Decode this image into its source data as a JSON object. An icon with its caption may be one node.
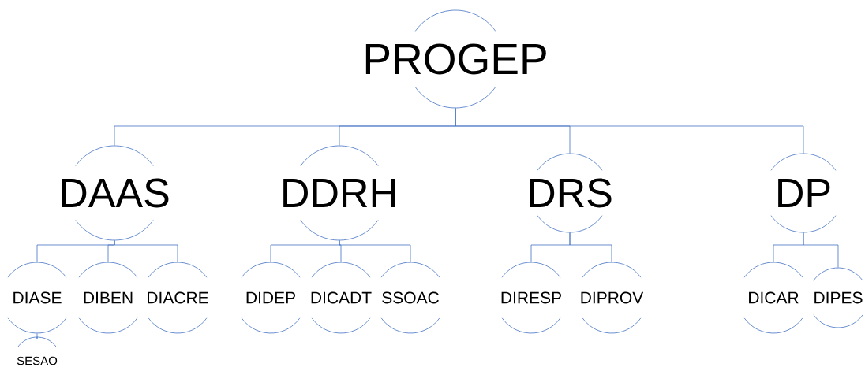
{
  "diagram": {
    "nodes": [
      {
        "text": [
          "PROGEP"
        ]
      },
      {
        "text": [
          "DAAS"
        ]
      },
      {
        "text": [
          "DDRH"
        ]
      },
      {
        "text": [
          "DRS"
        ]
      },
      {
        "text": [
          "DP"
        ]
      },
      {
        "text": [
          "DIASE"
        ]
      },
      {
        "text": [
          "DIBEN"
        ]
      },
      {
        "text": [
          "DIACRE"
        ]
      },
      {
        "text": [
          "DIDEP"
        ]
      },
      {
        "text": [
          "DICADT"
        ]
      },
      {
        "text": [
          "SSOAC"
        ]
      },
      {
        "text": [
          "DIRESP"
        ]
      },
      {
        "text": [
          "DIPROV"
        ]
      },
      {
        "text": [
          "DICAR"
        ]
      },
      {
        "text": [
          "DIPES"
        ]
      },
      {
        "text": [
          "SESAO"
        ]
      }
    ],
    "edges": [
      {
        "from": 0,
        "to": 1,
        "arrow": "none"
      },
      {
        "from": 0,
        "to": 2,
        "arrow": "none"
      },
      {
        "from": 0,
        "to": 3,
        "arrow": "none"
      },
      {
        "from": 0,
        "to": 4,
        "arrow": "none"
      },
      {
        "from": 1,
        "to": 5,
        "arrow": "none"
      },
      {
        "from": 1,
        "to": 6,
        "arrow": "none"
      },
      {
        "from": 1,
        "to": 7,
        "arrow": "none"
      },
      {
        "from": 2,
        "to": 8,
        "arrow": "none"
      },
      {
        "from": 2,
        "to": 9,
        "arrow": "none"
      },
      {
        "from": 2,
        "to": 10,
        "arrow": "none"
      },
      {
        "from": 3,
        "to": 11,
        "arrow": "none"
      },
      {
        "from": 3,
        "to": 12,
        "arrow": "none"
      },
      {
        "from": 4,
        "to": 13,
        "arrow": "none"
      },
      {
        "from": 4,
        "to": 14,
        "arrow": "none"
      },
      {
        "from": 5,
        "to": 15,
        "arrow": "none"
      }
    ]
  }
}
